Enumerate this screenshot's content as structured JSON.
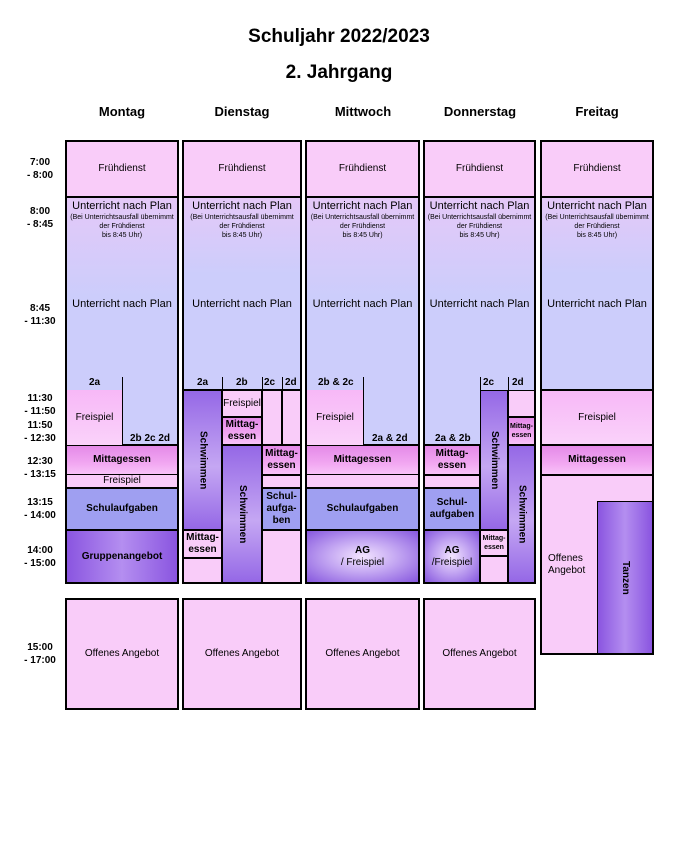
{
  "header": {
    "title": "Schuljahr 2022/2023",
    "subtitle": "2. Jahrgang"
  },
  "days": [
    "Montag",
    "Dienstag",
    "Mittwoch",
    "Donnerstag",
    "Freitag"
  ],
  "times": [
    {
      "a": "7:00",
      "b": "- 8:00"
    },
    {
      "a": "8:00",
      "b": "- 8:45"
    },
    {
      "a": "8:45",
      "b": "- 11:30"
    },
    {
      "a": "11:30",
      "b": "- 11:50"
    },
    {
      "a": "11:50",
      "b": "- 12:30"
    },
    {
      "a": "12:30",
      "b": "- 13:15"
    },
    {
      "a": "13:15",
      "b": "- 14:00"
    },
    {
      "a": "14:00",
      "b": "- 15:00"
    },
    {
      "a": "15:00",
      "b": "- 17:00"
    }
  ],
  "labels": {
    "fruehdienst": "Frühdienst",
    "unterricht": "Unterricht nach Plan",
    "note1": "(Bei Unterrichtsausfall übernimmt",
    "note2": "der Frühdienst",
    "note3": "bis 8:45 Uhr)",
    "freispiel": "Freispiel",
    "mittagessen": "Mittagessen",
    "mittag_split_1": "Mittag-",
    "mittag_split_2": "essen",
    "schwimmen": "Schwimmen",
    "schulaufgaben": "Schulaufgaben",
    "schul_1": "Schul-",
    "schul_2": "aufgaben",
    "schul3_1": "Schul-",
    "schul3_2": "aufga-",
    "schul3_3": "ben",
    "gruppenangebot": "Gruppenangebot",
    "ag": "AG",
    "ag_freispiel_1": "/ Freispiel",
    "ag_freispiel_2": "/Freispiel",
    "offenes_angebot": "Offenes Angebot",
    "offenes_1": "Offenes",
    "offenes_2": "Angebot",
    "tanzen": "Tanzen"
  },
  "groups": {
    "g2a": "2a",
    "g2b": "2b",
    "g2c": "2c",
    "g2d": "2d",
    "g2bcd": "2b 2c 2d",
    "g2b2c": "2b & 2c",
    "g2a2d": "2a & 2d",
    "g2a2b": "2a & 2b"
  }
}
